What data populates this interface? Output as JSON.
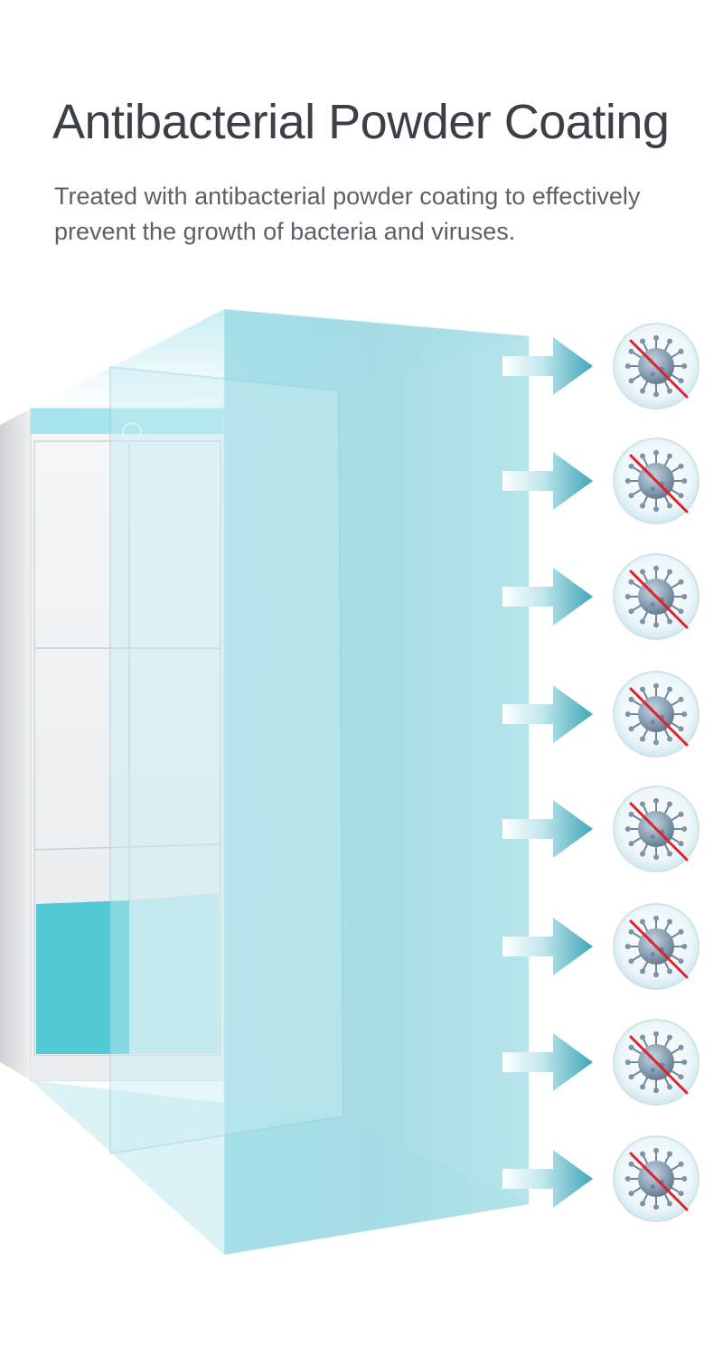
{
  "header": {
    "title": "Antibacterial Powder Coating",
    "description": "Treated with antibacterial powder coating to effectively prevent the growth of bacteria and viruses."
  },
  "colors": {
    "title_text": "#3a3f48",
    "body_text": "#5c6068",
    "coating_cyan": "#8fd9e3",
    "cabinet_teal": "#4ec8d4",
    "prohibition_red": "#e0202a",
    "virus_gray": "#7f93a6"
  },
  "illustration": {
    "cabinet_icon": "locker-cabinet-icon",
    "arrow_icon": "right-arrow-icon",
    "blocked_icon": "no-virus-icon",
    "blocked_count": 8
  }
}
